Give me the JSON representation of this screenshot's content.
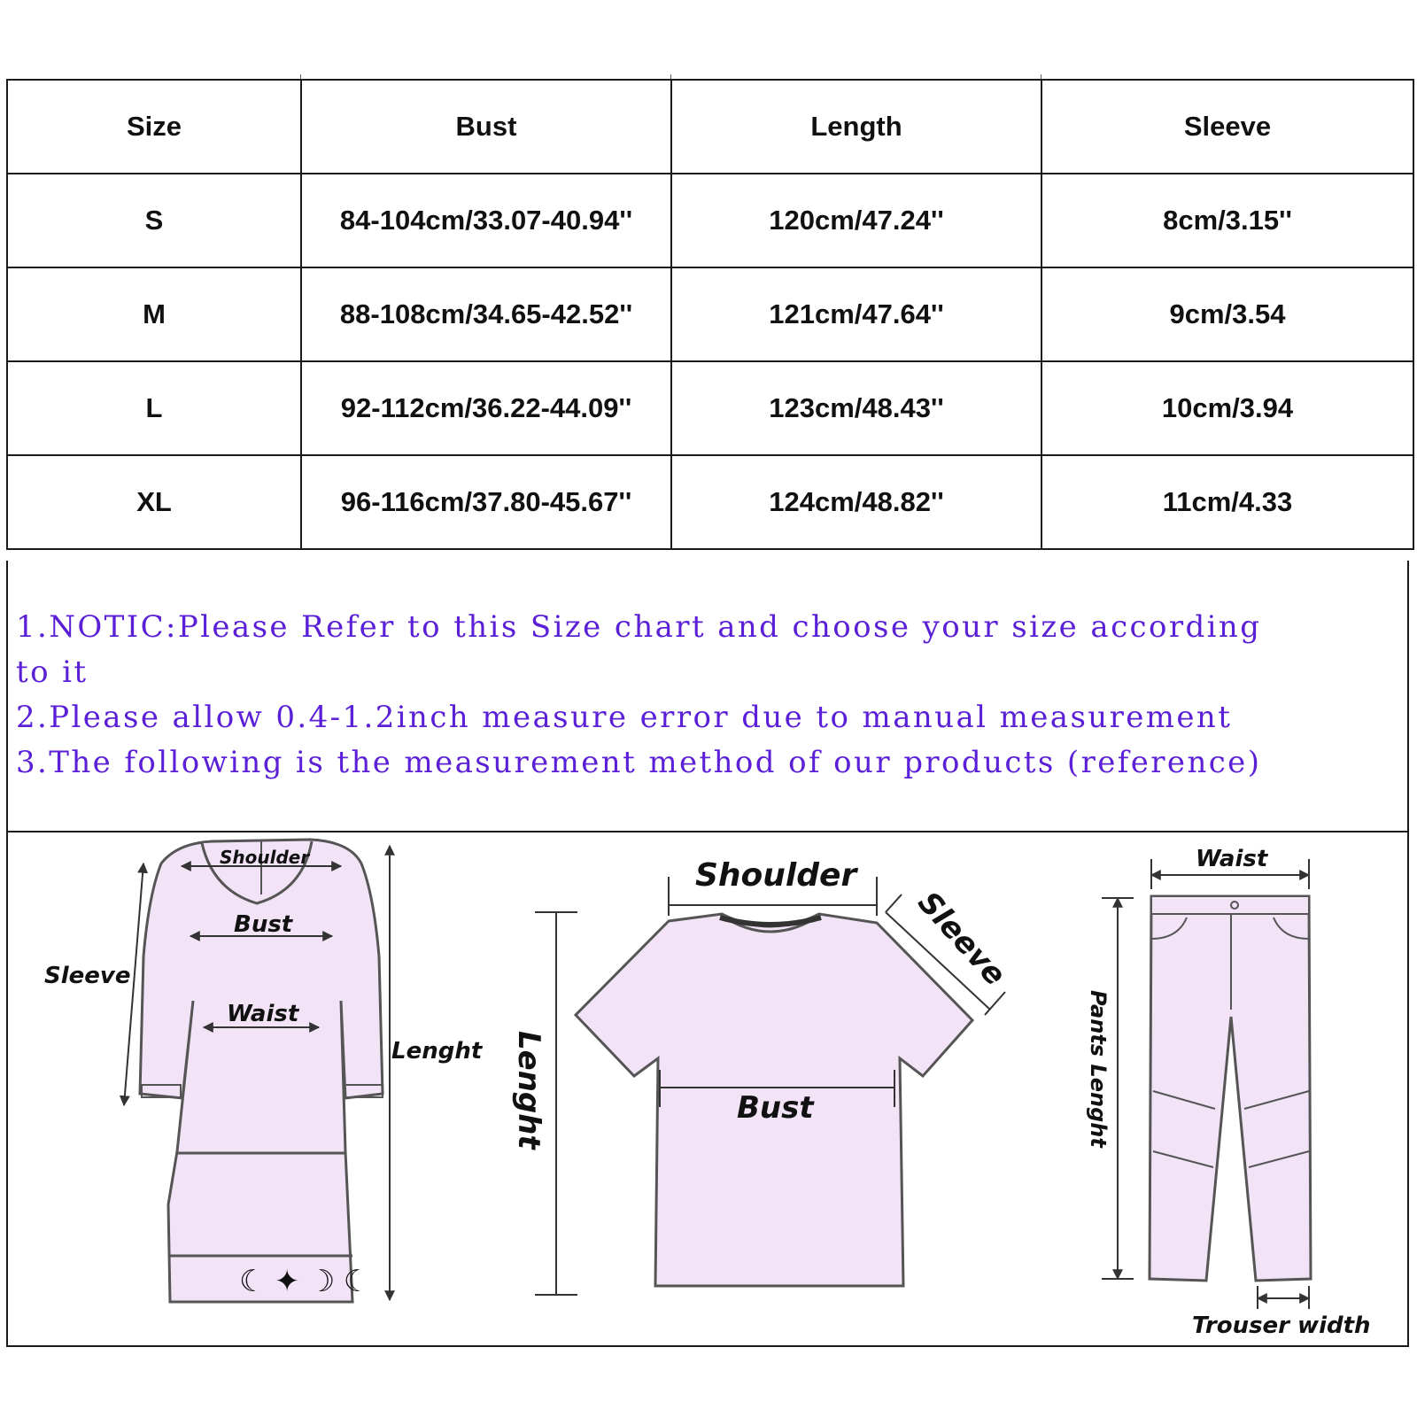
{
  "table": {
    "headers": [
      "Size",
      "Bust",
      "Length",
      "Sleeve"
    ],
    "rows": [
      [
        "S",
        "84-104cm/33.07-40.94''",
        "120cm/47.24''",
        "8cm/3.15''"
      ],
      [
        "M",
        "88-108cm/34.65-42.52''",
        "121cm/47.64''",
        "9cm/3.54"
      ],
      [
        "L",
        "92-112cm/36.22-44.09''",
        "123cm/48.43''",
        "10cm/3.94"
      ],
      [
        "XL",
        "96-116cm/37.80-45.67''",
        "124cm/48.82''",
        "11cm/4.33"
      ]
    ]
  },
  "notes": {
    "line1a": "1.NOTIC:Please Refer to this Size chart and choose your size according",
    "line1b": "to it",
    "line2": "2.Please allow 0.4-1.2inch measure error due to manual measurement",
    "line3": "3.The following is the measurement method of our products (reference)"
  },
  "diagrams": {
    "dress": {
      "shoulder": "Shoulder",
      "bust": "Bust",
      "waist": "Waist",
      "sleeve": "Sleeve",
      "length": "Lenght"
    },
    "tshirt": {
      "shoulder": "Shoulder",
      "sleeve": "Sleeve",
      "length": "Lenght",
      "bust": "Bust"
    },
    "pants": {
      "waist": "Waist",
      "pants_length": "Pants Lenght",
      "trouser_width": "Trouser width"
    }
  },
  "colors": {
    "note_text": "#5a1fd6",
    "garment_fill": "#f3e3f7",
    "garment_stroke": "#555555"
  }
}
